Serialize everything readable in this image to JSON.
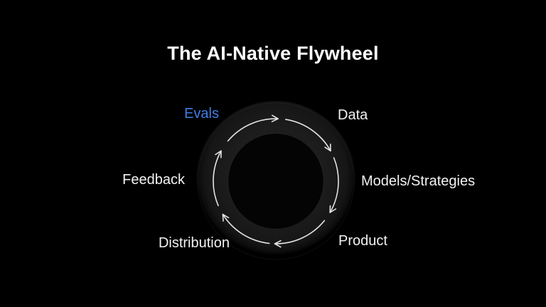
{
  "slide": {
    "title": "The AI-Native Flywheel"
  },
  "flywheel": {
    "direction": "clockwise",
    "stages": [
      {
        "label": "Evals",
        "highlighted": true
      },
      {
        "label": "Data",
        "highlighted": false
      },
      {
        "label": "Models/Strategies",
        "highlighted": false
      },
      {
        "label": "Product",
        "highlighted": false
      },
      {
        "label": "Distribution",
        "highlighted": false
      },
      {
        "label": "Feedback",
        "highlighted": false
      }
    ]
  },
  "colors": {
    "background": "#000000",
    "title": "#FFFFFF",
    "label": "#F2F2F2",
    "accent": "#3E7EE6",
    "arrow": "#E4E4E4",
    "ring": "#1B1B1B"
  }
}
